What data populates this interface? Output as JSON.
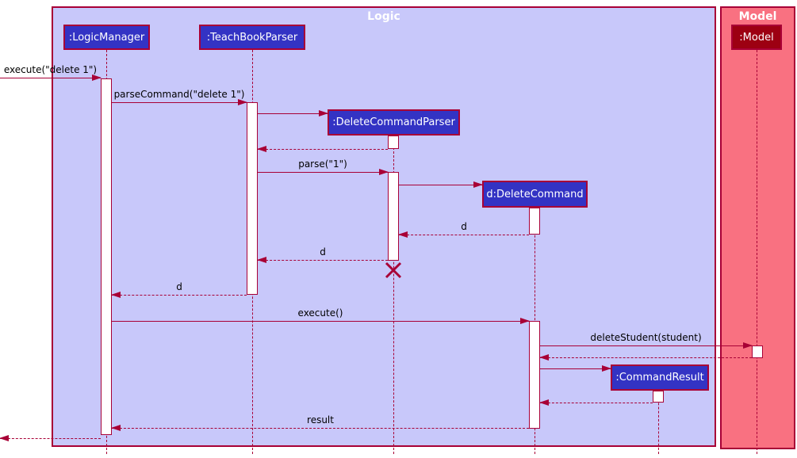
{
  "frames": {
    "logic": {
      "title": "Logic"
    },
    "model": {
      "title": "Model"
    }
  },
  "participants": {
    "logic_manager": {
      "label": ":LogicManager"
    },
    "teach_book_parser": {
      "label": ":TeachBookParser"
    },
    "delete_command_parser": {
      "label": ":DeleteCommandParser"
    },
    "delete_command": {
      "label": "d:DeleteCommand"
    },
    "command_result": {
      "label": ":CommandResult"
    },
    "model": {
      "label": ":Model"
    }
  },
  "messages": {
    "execute_delete": {
      "label": "execute(\"delete 1\")",
      "type": "solid"
    },
    "parse_command": {
      "label": "parseCommand(\"delete 1\")",
      "type": "solid"
    },
    "create_delete_command_parser": {
      "label": "",
      "type": "solid"
    },
    "return_after_create_parser": {
      "label": "",
      "type": "dashed"
    },
    "parse": {
      "label": "parse(\"1\")",
      "type": "solid"
    },
    "create_delete_command": {
      "label": "",
      "type": "solid"
    },
    "return_d1": {
      "label": "d",
      "type": "dashed"
    },
    "return_d2": {
      "label": "d",
      "type": "dashed"
    },
    "return_d3": {
      "label": "d",
      "type": "dashed"
    },
    "execute": {
      "label": "execute()",
      "type": "solid"
    },
    "delete_student": {
      "label": "deleteStudent(student)",
      "type": "solid"
    },
    "return_from_model": {
      "label": "",
      "type": "dashed"
    },
    "create_command_result": {
      "label": "",
      "type": "solid"
    },
    "return_from_command_result": {
      "label": "",
      "type": "dashed"
    },
    "result": {
      "label": "result",
      "type": "dashed"
    },
    "return_to_caller": {
      "label": "",
      "type": "dashed"
    }
  },
  "colors": {
    "frame_border": "#A80036",
    "arrow": "#A80036",
    "lifeline": "#A80036",
    "logic_frame_bg": "#C8C8FA",
    "logic_participant_bg": "#3333C4",
    "model_frame_bg": "#F97181",
    "model_participant_bg": "#9D0012",
    "participant_text": "#FFFFFF",
    "message_text": "#000000",
    "activation_bg": "#FFFFFF",
    "frame_title_text": "#FFFFFF"
  }
}
